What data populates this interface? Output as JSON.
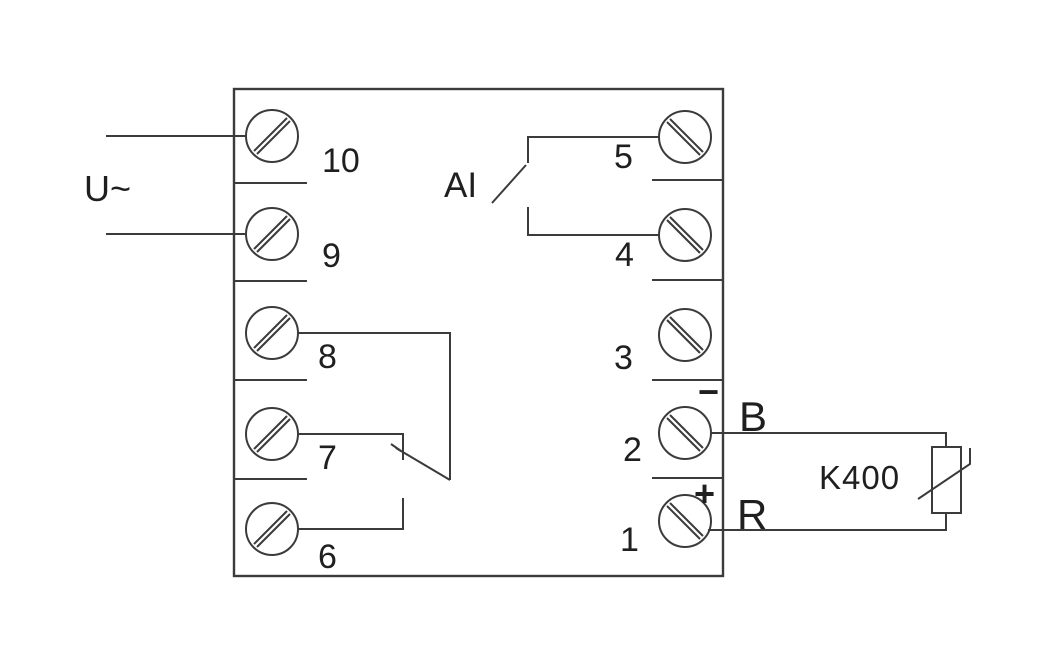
{
  "colors": {
    "line": "#3b3b3b",
    "text": "#1f1f1f",
    "bg": "#ffffff"
  },
  "power_input": {
    "label": "U~"
  },
  "digital_input": {
    "label": "AI"
  },
  "sensor": {
    "label": "K400",
    "terminal_b": "B",
    "terminal_r": "R",
    "polarity_negative": "−",
    "polarity_positive": "+"
  },
  "terminals": {
    "left": [
      {
        "label": "10"
      },
      {
        "label": "9"
      },
      {
        "label": "8"
      },
      {
        "label": "7"
      },
      {
        "label": "6"
      }
    ],
    "right": [
      {
        "label": "5"
      },
      {
        "label": "4"
      },
      {
        "label": "3"
      },
      {
        "label": "2"
      },
      {
        "label": "1"
      }
    ]
  }
}
